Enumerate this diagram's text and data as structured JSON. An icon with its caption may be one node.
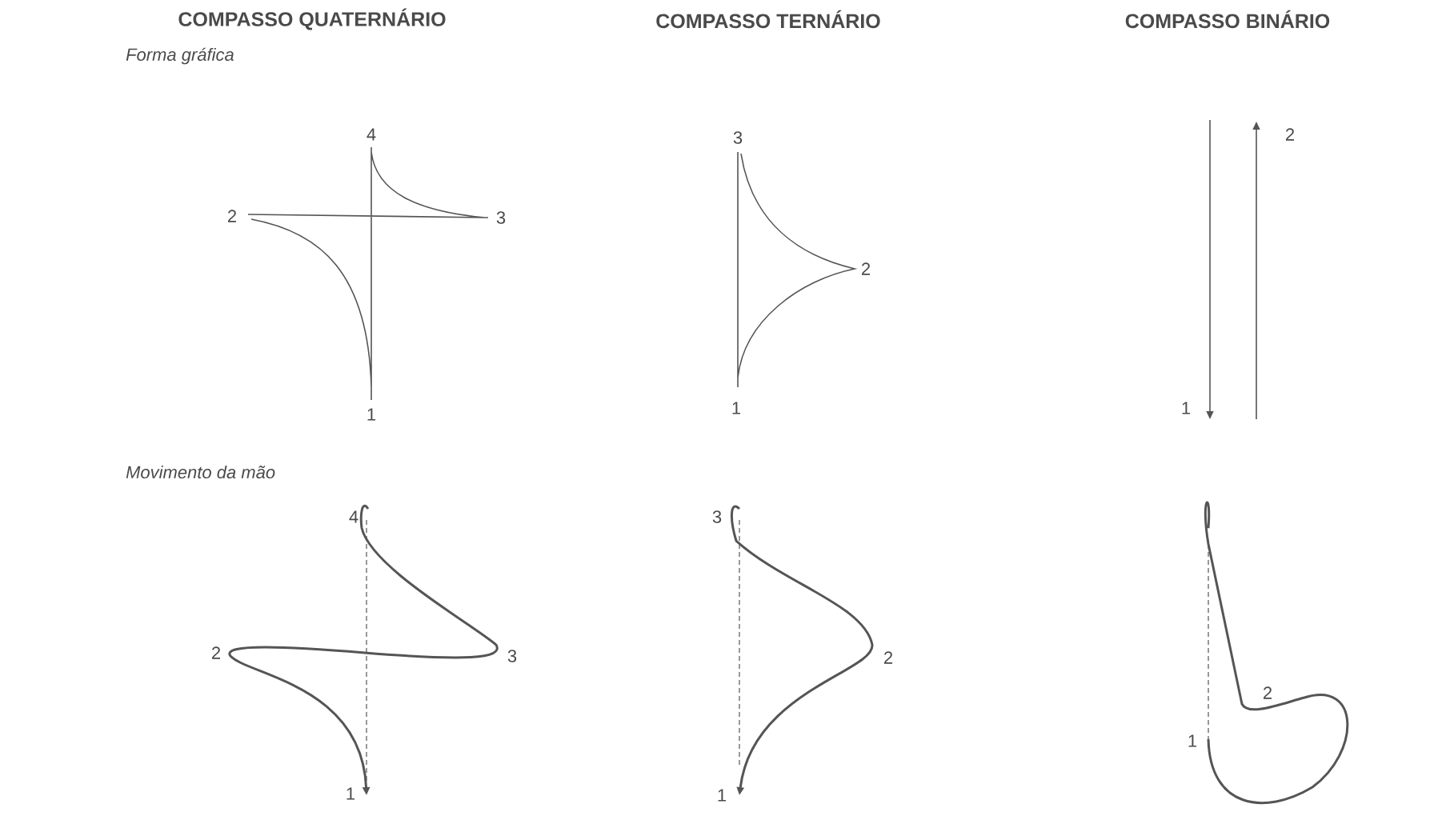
{
  "diagram": {
    "labels": [
      "COMPASSO QUATERNÁRIO",
      "COMPASSO TERNÁRIO",
      "COMPASSO BINÁRIO",
      "Forma gráfica",
      "4",
      "2",
      "3",
      "1",
      "3",
      "2",
      "1",
      "2",
      "1",
      "Movimento da mão",
      "4",
      "2",
      "3",
      "1",
      "3",
      "2",
      "1",
      "2",
      "1"
    ]
  }
}
